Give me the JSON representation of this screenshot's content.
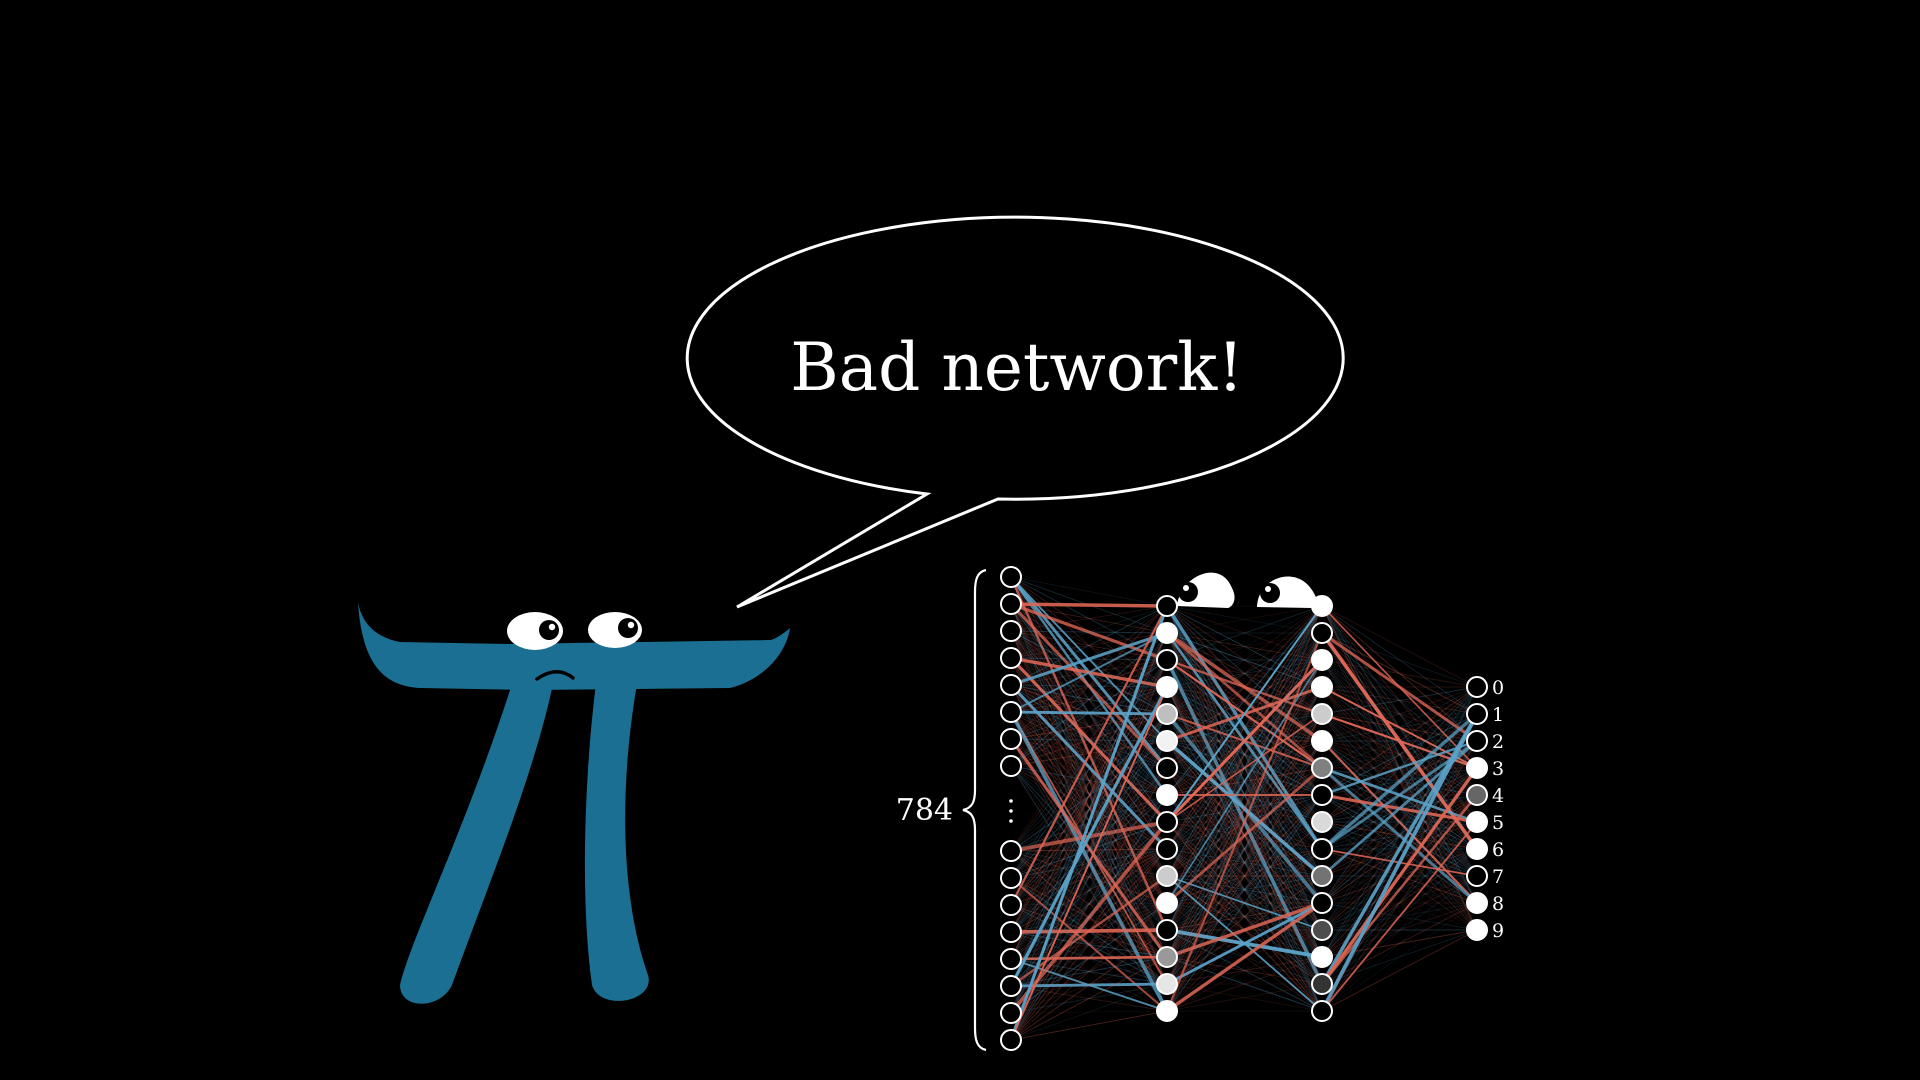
{
  "speech_bubble": {
    "text": "Bad network!"
  },
  "network": {
    "input_count_label": "784",
    "output_labels": [
      "0",
      "1",
      "2",
      "3",
      "4",
      "5",
      "6",
      "7",
      "8",
      "9"
    ],
    "hidden1_activations": [
      0.0,
      1.0,
      0.0,
      1.0,
      0.75,
      0.95,
      0.0,
      1.0,
      0.0,
      0.0,
      0.8,
      1.0,
      0.0,
      0.6,
      0.9,
      1.0
    ],
    "hidden2_activations": [
      1.0,
      0.0,
      1.0,
      1.0,
      0.8,
      1.0,
      0.5,
      0.0,
      0.85,
      0.0,
      0.45,
      0.0,
      0.3,
      1.0,
      0.2,
      0.0
    ],
    "output_activations": [
      0.0,
      0.0,
      0.0,
      1.0,
      0.4,
      1.0,
      1.0,
      0.0,
      1.0,
      1.0
    ]
  },
  "colors": {
    "pi_body": "#1a6f92",
    "positive_weight": "#5ba3c9",
    "negative_weight": "#e06655",
    "outline": "#ffffff",
    "background": "#000000"
  }
}
